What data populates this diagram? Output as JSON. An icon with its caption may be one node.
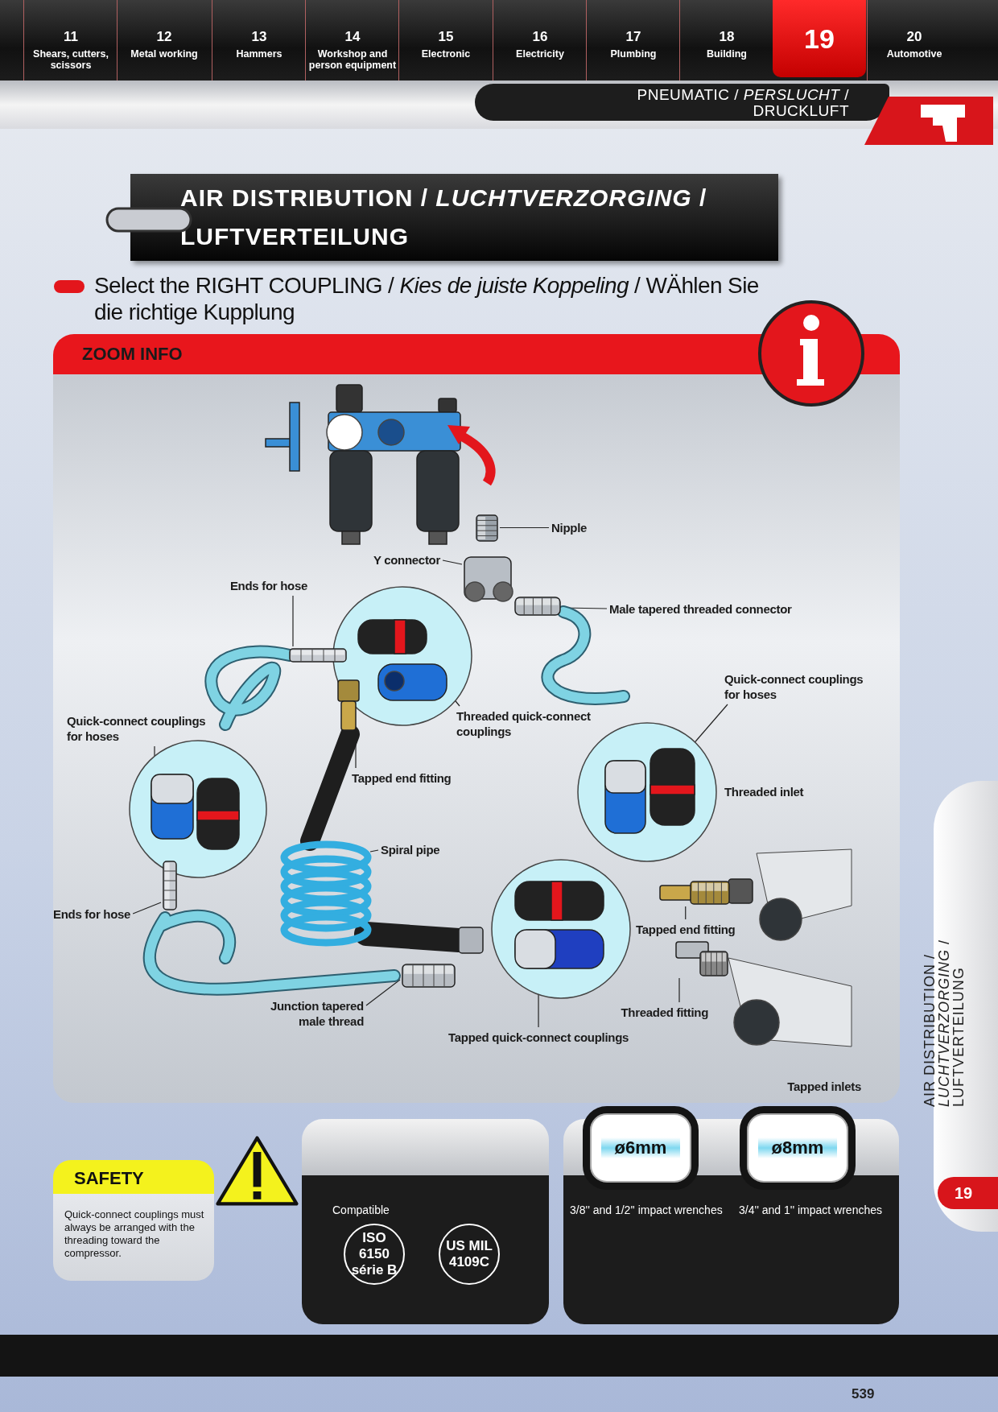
{
  "diagram": {
    "title": "AIR DISTRIBUTION / *LUCHTVERZORGING* / LUFTVERTEILUNG",
    "nodes": [
      {
        "text": [
          "ZOOM INFO"
        ]
      },
      {
        "text": [
          "Nipple"
        ],
        "in": 0
      },
      {
        "text": [
          "Y connector"
        ],
        "in": 0
      },
      {
        "text": [
          "Ends for hose"
        ],
        "in": 0
      },
      {
        "text": [
          "Male tapered threaded connector"
        ],
        "in": 0
      },
      {
        "text": [
          "Threaded quick-connect couplings"
        ],
        "in": 0
      },
      {
        "text": [
          "Quick-connect couplings for hoses"
        ],
        "in": 0
      },
      {
        "text": [
          "Quick-connect couplings for hoses"
        ],
        "in": 0
      },
      {
        "text": [
          "Tapped end fitting"
        ],
        "in": 0
      },
      {
        "text": [
          "Spiral pipe"
        ],
        "in": 0
      },
      {
        "text": [
          "Ends for hose"
        ],
        "in": 0
      },
      {
        "text": [
          "Tapped end fitting"
        ],
        "in": 0
      },
      {
        "text": [
          "Junction tapered male thread"
        ],
        "in": 0
      },
      {
        "text": [
          "Threaded fitting"
        ],
        "in": 0
      },
      {
        "text": [
          "Tapped quick-connect couplings"
        ],
        "in": 0
      },
      {
        "text": [
          "SAFETY",
          "Quick-connect couplings must always be arranged with the threading toward the compressor."
        ]
      },
      {
        "text": [
          "Compatible"
        ]
      },
      {
        "text": [
          "ISO 6150 série B"
        ],
        "in": 16
      },
      {
        "text": [
          "US MIL 4109C"
        ],
        "in": 16
      },
      {
        "text": [],
        "shape": "picture",
        "in": 0
      },
      {
        "text": [],
        "shape": "picture",
        "in": 0
      },
      {
        "text": [],
        "shape": "picture",
        "in": 0
      },
      {
        "text": [],
        "shape": "picture",
        "in": 0
      },
      {
        "text": [],
        "shape": "picture",
        "in": 0
      },
      {
        "text": [],
        "shape": "picture",
        "in": 0
      },
      {
        "text": [],
        "shape": "picture",
        "in": 0
      },
      {
        "text": [],
        "shape": "picture",
        "in": 0
      },
      {
        "text": [],
        "shape": "picture",
        "in": 0
      },
      {
        "text": [],
        "shape": "picture",
        "in": 0
      },
      {
        "text": [],
        "shape": "picture",
        "in": 0
      },
      {
        "text": [],
        "shape": "picture",
        "in": 0
      },
      {
        "text": [],
        "shape": "picture",
        "in": 0
      },
      {
        "text": [],
        "shape": "picture",
        "in": 0
      }
    ],
    "edges": [
      {
        "from": 1,
        "to": 19,
        "arrow": "none"
      },
      {
        "from": 2,
        "to": 20,
        "arrow": "none"
      },
      {
        "from": 3,
        "to": 21,
        "arrow": "none"
      },
      {
        "from": 4,
        "to": 22,
        "arrow": "none"
      },
      {
        "from": 5,
        "to": 23,
        "arrow": "none"
      },
      {
        "from": 6,
        "to": 24,
        "arrow": "none"
      },
      {
        "from": 7,
        "to": 25,
        "arrow": "none"
      },
      {
        "from": 8,
        "to": 26,
        "arrow": "none"
      },
      {
        "from": 9,
        "to": 27,
        "arrow": "none"
      },
      {
        "from": 10,
        "to": 28,
        "arrow": "none"
      },
      {
        "from": 11,
        "to": 29,
        "arrow": "none"
      },
      {
        "from": 12,
        "to": 30,
        "arrow": "none"
      },
      {
        "from": 13,
        "to": 31,
        "arrow": "none"
      },
      {
        "from": 14,
        "to": 32,
        "arrow": "none"
      }
    ],
    "labels": [
      "11",
      "Shears, cutters, scissors",
      "12",
      "Metal working",
      "13",
      "Hammers",
      "14",
      "Workshop and person equipment",
      "15",
      "Electronic",
      "16",
      "Electricity",
      "17",
      "Plumbing",
      "18",
      "Building",
      "19",
      "20",
      "Automotive",
      "PNEUMATIC / *PERSLUCHT* / DRUCKLUFT",
      "Select the RIGHT COUPLING / *Kies de juiste Koppeling* / WÄhlen Sie die richtige Kupplung",
      "Threaded inlet",
      "Tapped inlets",
      "ø6mm",
      "3/8'' and 1/2'' impact wrenches",
      "ø8mm",
      "3/4'' and 1'' impact wrenches",
      "AIR DISTRIBUTION / *LUCHTVERZORGING* / LUFTVERTEILUNG",
      "19",
      "539"
    ]
  }
}
